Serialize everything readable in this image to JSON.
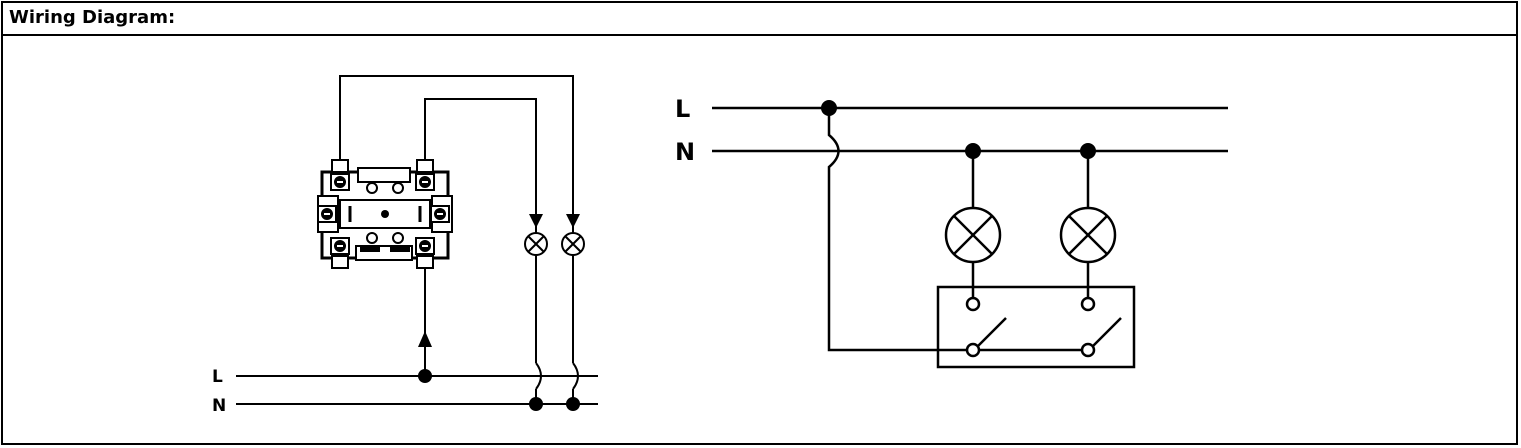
{
  "header": {
    "title": "Wiring Diagram:"
  },
  "left_diagram": {
    "line_label": "L",
    "neutral_label": "N"
  },
  "right_diagram": {
    "line_label": "L",
    "neutral_label": "N"
  }
}
